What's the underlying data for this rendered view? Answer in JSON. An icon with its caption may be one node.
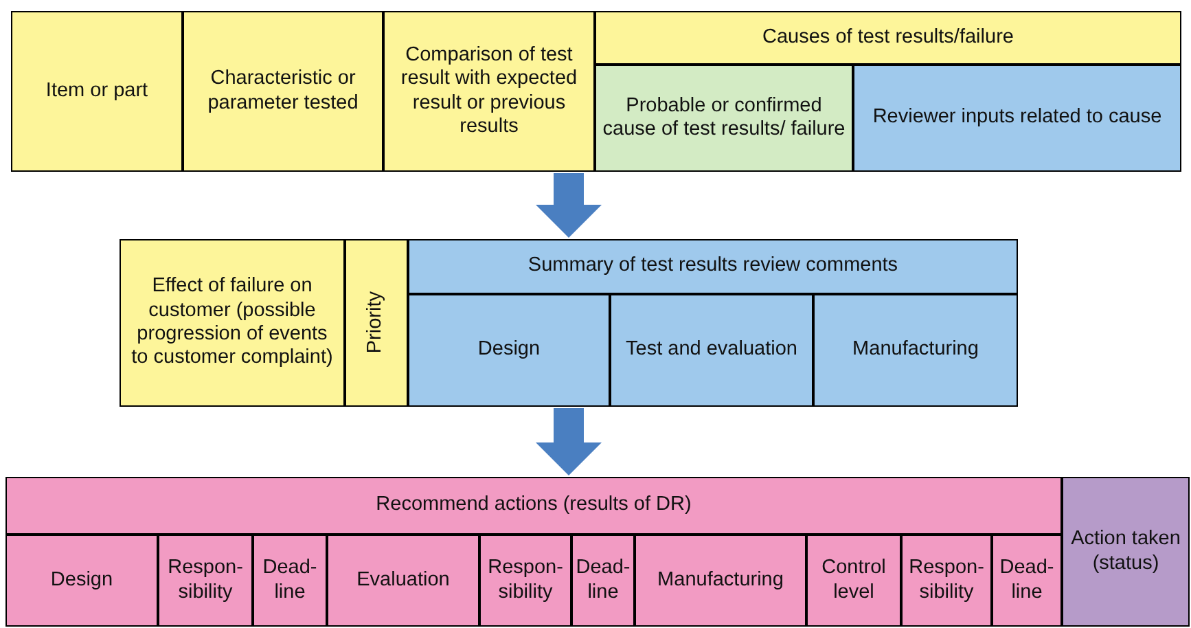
{
  "diagram": {
    "nodes": [
      {
        "text": [],
        "shape": "box"
      },
      {
        "text": [
          "Item or part"
        ],
        "in": 0
      },
      {
        "text": [
          "Characteristic or parameter tested"
        ],
        "in": 0
      },
      {
        "text": [
          "Comparison of test result with expected result or previous results"
        ],
        "in": 0
      },
      {
        "text": [
          "Causes of test results/failure"
        ],
        "in": 0
      },
      {
        "text": [
          "Probable or confirmed cause of test results/ failure"
        ],
        "in": 0
      },
      {
        "text": [
          "Reviewer inputs related to cause"
        ],
        "in": 0
      },
      {
        "text": [],
        "shape": "box"
      },
      {
        "text": [
          "Effect of failure on customer (possible progression of events to customer complaint)"
        ],
        "in": 7
      },
      {
        "text": [
          "Priority"
        ],
        "in": 7
      },
      {
        "text": [
          "Summary of test results review comments"
        ],
        "in": 7
      },
      {
        "text": [
          "Design"
        ],
        "in": 7
      },
      {
        "text": [
          "Test and evaluation"
        ],
        "in": 7
      },
      {
        "text": [
          "Manufacturing"
        ],
        "in": 7
      },
      {
        "text": [],
        "shape": "box"
      },
      {
        "text": [
          "Recommend actions (results of DR)"
        ],
        "in": 14
      },
      {
        "text": [
          "Design"
        ],
        "in": 14
      },
      {
        "text": [
          "Respon- sibility"
        ],
        "in": 14
      },
      {
        "text": [
          "Dead- line"
        ],
        "in": 14
      },
      {
        "text": [
          "Evaluation"
        ],
        "in": 14
      },
      {
        "text": [
          "Respon- sibility"
        ],
        "in": 14
      },
      {
        "text": [
          "Dead- line"
        ],
        "in": 14
      },
      {
        "text": [
          "Manufacturing"
        ],
        "in": 14
      },
      {
        "text": [
          "Control level"
        ],
        "in": 14
      },
      {
        "text": [
          "Respon- sibility"
        ],
        "in": 14
      },
      {
        "text": [
          "Dead- line"
        ],
        "in": 14
      },
      {
        "text": [
          "Action taken (status)"
        ],
        "in": 14
      }
    ],
    "edges": [
      {
        "from": 0,
        "to": 7,
        "arrow": "to"
      },
      {
        "from": 7,
        "to": 14,
        "arrow": "to"
      }
    ]
  }
}
